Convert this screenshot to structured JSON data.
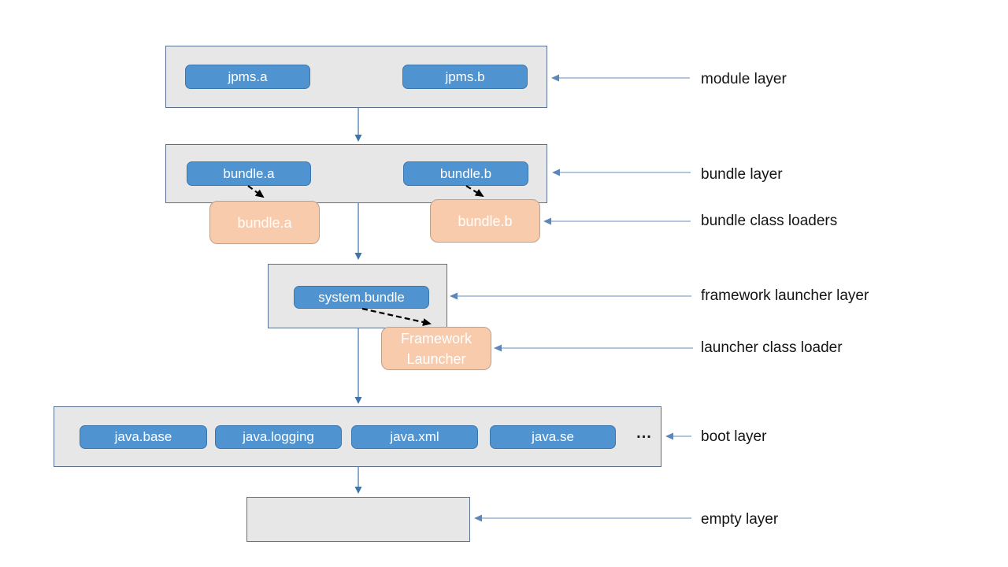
{
  "diagram": {
    "module_layer": {
      "annotation": "module layer",
      "modules": [
        "jpms.a",
        "jpms.b"
      ]
    },
    "bundle_layer": {
      "annotation": "bundle layer",
      "bundles": [
        "bundle.a",
        "bundle.b"
      ]
    },
    "bundle_class_loaders": {
      "annotation": "bundle class loaders",
      "loaders": [
        "bundle.a",
        "bundle.b"
      ]
    },
    "framework_launcher_layer": {
      "annotation": "framework launcher layer",
      "modules": [
        "system.bundle"
      ]
    },
    "launcher_class_loader": {
      "annotation": "launcher class loader",
      "loader": "Framework Launcher"
    },
    "boot_layer": {
      "annotation": "boot layer",
      "modules": [
        "java.base",
        "java.logging",
        "java.xml",
        "java.se"
      ],
      "more_indicator": "..."
    },
    "empty_layer": {
      "annotation": "empty layer"
    }
  },
  "colors": {
    "module_box_fill": "#4f94d0",
    "module_box_border": "#3b76ad",
    "loader_box_fill": "#f8cbad",
    "loader_box_border": "#bda089",
    "layer_fill": "#e8e7e7",
    "layer_border": "#5b6f8f",
    "connector_line": "#6d96c0",
    "connector_arrowhead": "#3f74a8",
    "leader_line": "#9ab4d6",
    "leader_arrowhead": "#5d87b8",
    "dashed_arrow": "#000000",
    "box_text": "#ffffff",
    "annotation_text": "#141414"
  }
}
